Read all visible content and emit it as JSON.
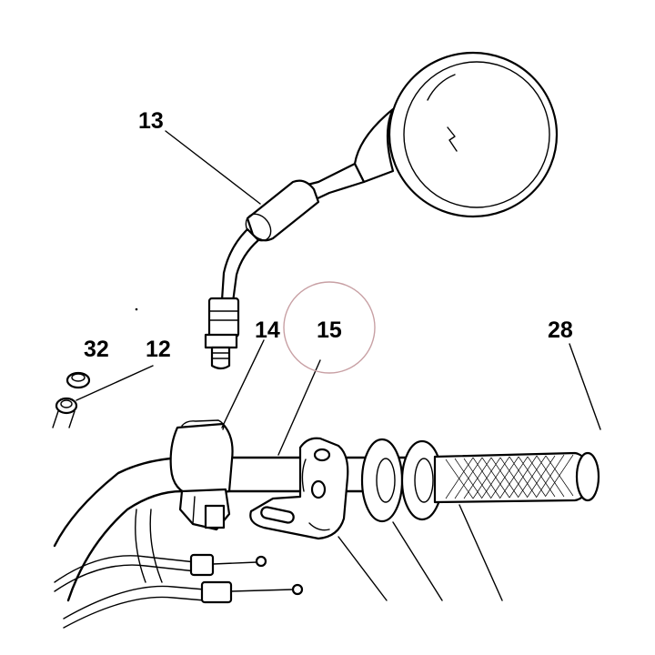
{
  "callouts": [
    {
      "id": "13",
      "label": "13"
    },
    {
      "id": "14",
      "label": "14"
    },
    {
      "id": "15",
      "label": "15"
    },
    {
      "id": "28",
      "label": "28"
    },
    {
      "id": "32",
      "label": "32"
    },
    {
      "id": "12",
      "label": "12"
    }
  ],
  "highlight": {
    "target": "15",
    "color": "#c8a0a4"
  },
  "colors": {
    "line": "#000000",
    "background": "#ffffff"
  }
}
